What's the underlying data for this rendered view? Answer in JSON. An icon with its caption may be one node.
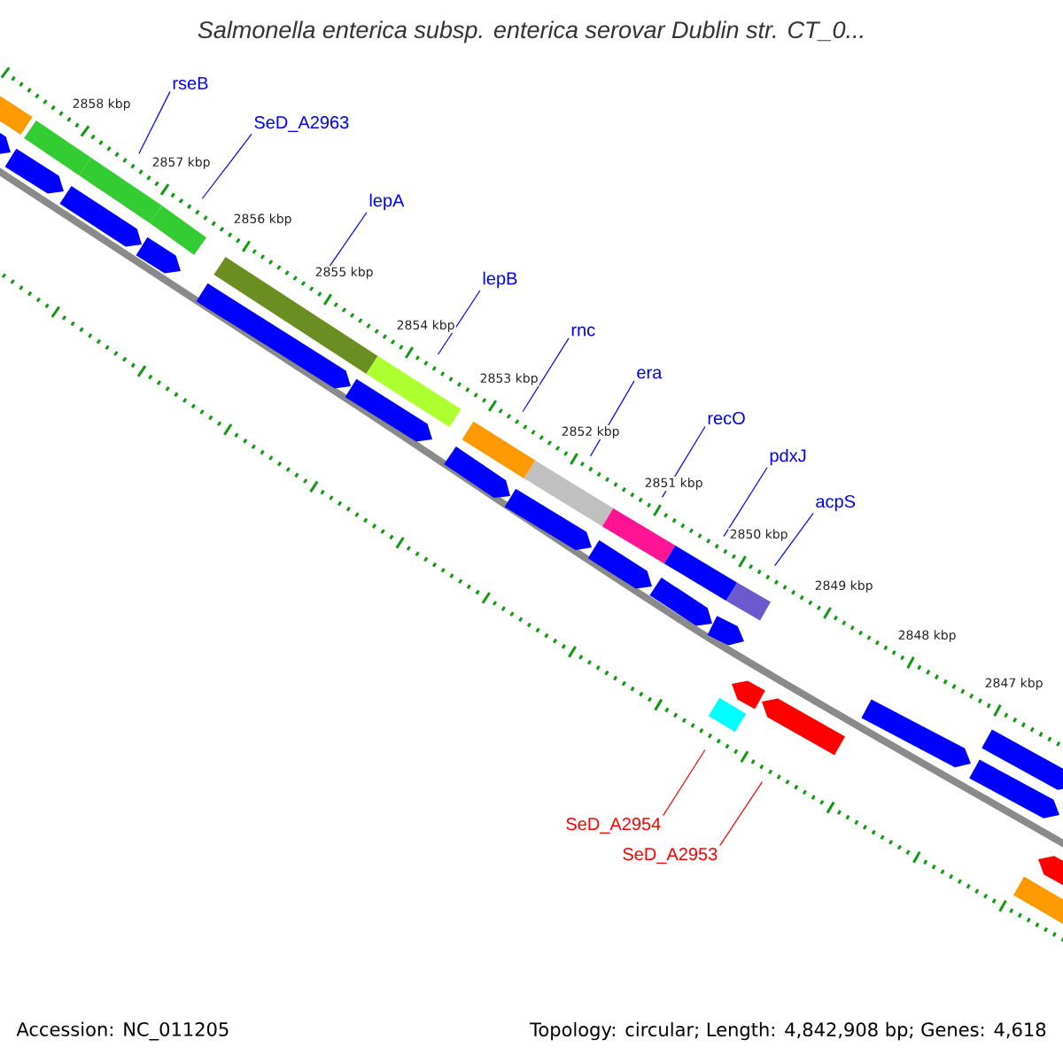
{
  "diagram": {
    "title": "Salmonella enterica subsp. enterica serovar Dublin str. CT_0...",
    "nodes": [
      {
        "text": [
          "rseB"
        ]
      },
      {
        "text": [
          "SeD_A2963"
        ]
      },
      {
        "text": [
          "lepA"
        ]
      },
      {
        "text": [
          "lepB"
        ]
      },
      {
        "text": [
          "rnc"
        ]
      },
      {
        "text": [
          "era"
        ]
      },
      {
        "text": [
          "recO"
        ]
      },
      {
        "text": [
          "pdxJ"
        ]
      },
      {
        "text": [
          "acpS"
        ]
      },
      {
        "text": [
          "SeD_A2954"
        ]
      },
      {
        "text": [
          "SeD_A2953"
        ]
      },
      {
        "text": [],
        "shape": "bar"
      },
      {
        "text": [],
        "shape": "pentagon"
      },
      {
        "text": [],
        "shape": "pentagon"
      },
      {
        "text": [],
        "shape": "bar"
      },
      {
        "text": [],
        "shape": "pentagon"
      },
      {
        "text": [],
        "shape": "bar"
      },
      {
        "text": [],
        "shape": "pentagon"
      },
      {
        "text": [],
        "shape": "bar"
      },
      {
        "text": [],
        "shape": "pentagon"
      },
      {
        "text": [],
        "shape": "bar"
      },
      {
        "text": [],
        "shape": "pentagon"
      },
      {
        "text": [],
        "shape": "bar"
      },
      {
        "text": [],
        "shape": "pentagon"
      },
      {
        "text": [],
        "shape": "bar"
      },
      {
        "text": [],
        "shape": "pentagon"
      },
      {
        "text": [],
        "shape": "bar"
      },
      {
        "text": [],
        "shape": "pentagon"
      },
      {
        "text": [],
        "shape": "bar"
      },
      {
        "text": [],
        "shape": "pentagon"
      },
      {
        "text": [],
        "shape": "bar"
      },
      {
        "text": [],
        "shape": "pentagon"
      },
      {
        "text": [],
        "shape": "bar"
      },
      {
        "text": [],
        "shape": "bar"
      },
      {
        "text": [],
        "shape": "pentagon"
      },
      {
        "text": [],
        "shape": "pentagon"
      },
      {
        "text": [],
        "shape": "pentagon"
      },
      {
        "text": [],
        "shape": "pentagon"
      },
      {
        "text": [],
        "shape": "pentagon"
      },
      {
        "text": [],
        "shape": "bar"
      },
      {
        "text": [],
        "shape": "pentagon"
      }
    ],
    "edges": [
      {
        "from": 0,
        "to": 16,
        "arrow": "none"
      },
      {
        "from": 1,
        "to": 18,
        "arrow": "none"
      },
      {
        "from": 2,
        "to": 20,
        "arrow": "none"
      },
      {
        "from": 3,
        "to": 22,
        "arrow": "none"
      },
      {
        "from": 4,
        "to": 24,
        "arrow": "none"
      },
      {
        "from": 5,
        "to": 26,
        "arrow": "none"
      },
      {
        "from": 6,
        "to": 28,
        "arrow": "none"
      },
      {
        "from": 7,
        "to": 30,
        "arrow": "none"
      },
      {
        "from": 8,
        "to": 33,
        "arrow": "none"
      },
      {
        "from": 9,
        "to": 32,
        "arrow": "none",
        "color": "#ff0000"
      },
      {
        "from": 10,
        "to": 35,
        "arrow": "none",
        "color": "#ff0000"
      }
    ],
    "labels": [
      "2858 kbp",
      "2857 kbp",
      "2856 kbp",
      "2855 kbp",
      "2854 kbp",
      "2853 kbp",
      "2852 kbp",
      "2851 kbp",
      "2850 kbp",
      "2849 kbp",
      "2848 kbp",
      "2847 kbp",
      "Accession: NC_011205",
      "Topology: circular; Length: 4,842,908 bp; Genes: 4,618"
    ]
  }
}
